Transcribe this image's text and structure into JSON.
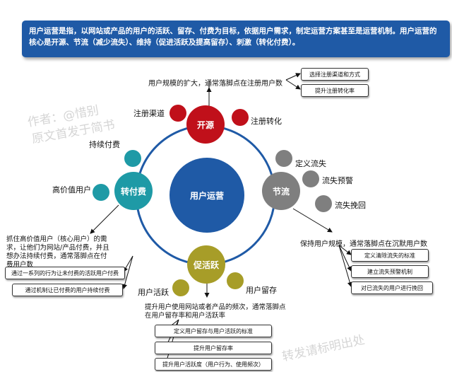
{
  "banner": {
    "text": "用户运营是指，以网站或产品的用户的活跃、留存、付费为目标，依据用户需求，制定运营方案甚至是运营机制。用户运营的核心是开源、节流（减少流失）、维持（促进活跃及提高留存）、刺激（转化付费）。"
  },
  "center": {
    "label": "用户运营"
  },
  "kaiyuan": {
    "label": "开源",
    "left_label": "注册渠道",
    "right_label": "注册转化",
    "note": "用户规模的扩大，通常落脚点在注册用户数",
    "boxes": [
      "选择注册渠道和方式",
      "提升注册转化率"
    ]
  },
  "jieliu": {
    "label": "节流",
    "items": [
      "定义流失",
      "流失预警",
      "流失挽回"
    ],
    "note": "保持用户规模，通常落脚点在沉默用户数",
    "boxes": [
      "定义清除流失的标准",
      "建立流失预警机制",
      "对已流失的用户进行挽回"
    ]
  },
  "cuhuoyue": {
    "label": "促活跃",
    "left_label": "用户活跃",
    "right_label": "用户留存",
    "note": "提升用户使用网站或者产品的频次，通常落脚点在用户留存率和用户活跃率",
    "boxes": [
      "定义用户留存与用户活跃的标准",
      "提升用户留存率",
      "提升用户活跃度（用户行为、使用频次）"
    ]
  },
  "zhuanfufei": {
    "label": "转付费",
    "top_label": "持续付费",
    "left_label": "高价值用户",
    "note": "抓住高价值用户（核心用户）的需求，让他们为网站/产品付费，并且想办法持续付费，通常落脚点在付费用户数",
    "boxes": [
      "通过一系列的行为让未付费的活跃用户付费",
      "通过机制让已付费的用户持续付费"
    ]
  },
  "watermarks": [
    "作者：@惜别",
    "原文首发于简书",
    "转发请标明出处"
  ],
  "colors": {
    "blue": "#1f5aa6",
    "red": "#c0101a",
    "gray": "#7f7f7f",
    "teal": "#1e9aa6",
    "olive": "#a79d28"
  }
}
